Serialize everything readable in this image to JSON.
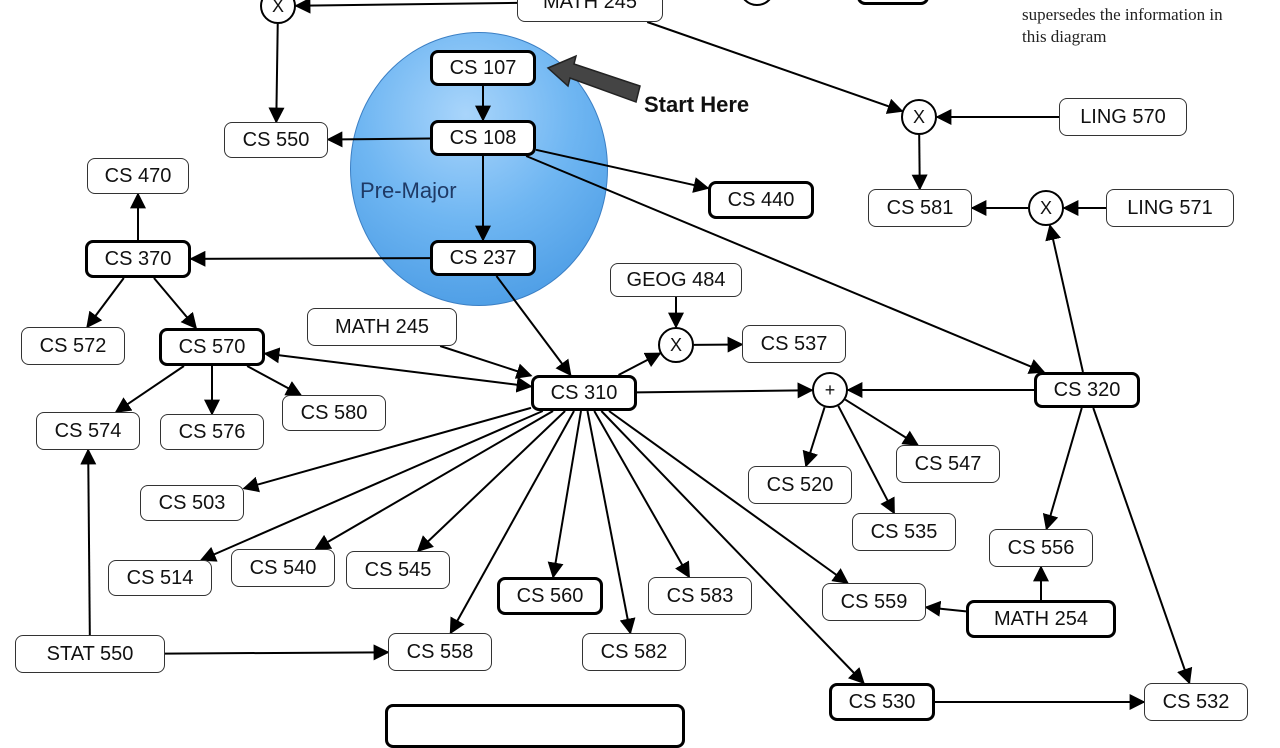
{
  "diagram": {
    "pre_major_label": "Pre-Major",
    "start_label": "Start Here",
    "note_lines": [
      "supersedes the information in",
      "this diagram"
    ],
    "nodes": [
      {
        "id": "cs107",
        "label": "CS 107",
        "bold": true
      },
      {
        "id": "cs108",
        "label": "CS 108",
        "bold": true
      },
      {
        "id": "cs237",
        "label": "CS 237",
        "bold": true
      },
      {
        "id": "cs550",
        "label": "CS 550",
        "bold": false
      },
      {
        "id": "cs440",
        "label": "CS 440",
        "bold": true
      },
      {
        "id": "cs470",
        "label": "CS 470",
        "bold": false
      },
      {
        "id": "cs370",
        "label": "CS 370",
        "bold": true
      },
      {
        "id": "cs572",
        "label": "CS 572",
        "bold": false
      },
      {
        "id": "cs570",
        "label": "CS 570",
        "bold": true
      },
      {
        "id": "cs574",
        "label": "CS 574",
        "bold": false
      },
      {
        "id": "cs576",
        "label": "CS 576",
        "bold": false
      },
      {
        "id": "cs580",
        "label": "CS 580",
        "bold": false
      },
      {
        "id": "math245a",
        "label": "MATH 245",
        "bold": false
      },
      {
        "id": "math245b",
        "label": "MATH 245",
        "bold": false
      },
      {
        "id": "cs310",
        "label": "CS 310",
        "bold": true
      },
      {
        "id": "geog484",
        "label": "GEOG 484",
        "bold": false
      },
      {
        "id": "cs537",
        "label": "CS 537",
        "bold": false
      },
      {
        "id": "ling570",
        "label": "LING 570",
        "bold": false
      },
      {
        "id": "cs581",
        "label": "CS 581",
        "bold": false
      },
      {
        "id": "ling571",
        "label": "LING 571",
        "bold": false
      },
      {
        "id": "cs320",
        "label": "CS 320",
        "bold": true
      },
      {
        "id": "cs547",
        "label": "CS 547",
        "bold": false
      },
      {
        "id": "cs520",
        "label": "CS 520",
        "bold": false
      },
      {
        "id": "cs535",
        "label": "CS 535",
        "bold": false
      },
      {
        "id": "cs556",
        "label": "CS 556",
        "bold": false
      },
      {
        "id": "cs503",
        "label": "CS 503",
        "bold": false
      },
      {
        "id": "cs514",
        "label": "CS 514",
        "bold": false
      },
      {
        "id": "cs540",
        "label": "CS 540",
        "bold": false
      },
      {
        "id": "cs545",
        "label": "CS 545",
        "bold": false
      },
      {
        "id": "cs560",
        "label": "CS 560",
        "bold": true
      },
      {
        "id": "cs583",
        "label": "CS 583",
        "bold": false
      },
      {
        "id": "cs559",
        "label": "CS 559",
        "bold": false
      },
      {
        "id": "math254",
        "label": "MATH 254",
        "bold": true
      },
      {
        "id": "stat550",
        "label": "STAT 550",
        "bold": false
      },
      {
        "id": "cs558",
        "label": "CS 558",
        "bold": false
      },
      {
        "id": "cs582",
        "label": "CS 582",
        "bold": false
      },
      {
        "id": "cs530",
        "label": "CS 530",
        "bold": true
      },
      {
        "id": "cs532",
        "label": "CS 532",
        "bold": false
      },
      {
        "id": "bottom",
        "label": "",
        "bold": true
      },
      {
        "id": "topright",
        "label": "",
        "bold": true
      }
    ],
    "operators": [
      {
        "id": "x_top",
        "symbol": "X"
      },
      {
        "id": "x_ling570",
        "symbol": "X"
      },
      {
        "id": "x_ling571",
        "symbol": "X"
      },
      {
        "id": "x_geog",
        "symbol": "X"
      },
      {
        "id": "plus320",
        "symbol": "+"
      },
      {
        "id": "op_partial",
        "symbol": ""
      }
    ],
    "edges": [
      [
        "cs107",
        "cs108"
      ],
      [
        "cs108",
        "cs237"
      ],
      [
        "cs108",
        "cs550"
      ],
      [
        "cs108",
        "cs440"
      ],
      [
        "cs108",
        "cs320"
      ],
      [
        "cs237",
        "cs370"
      ],
      [
        "cs237",
        "cs310"
      ],
      [
        "cs370",
        "cs470"
      ],
      [
        "cs370",
        "cs572"
      ],
      [
        "cs370",
        "cs570"
      ],
      [
        "cs570",
        "cs574"
      ],
      [
        "cs570",
        "cs576"
      ],
      [
        "cs570",
        "cs580"
      ],
      [
        "cs310",
        "cs570"
      ],
      [
        "math245b",
        "cs310"
      ],
      [
        "cs310",
        "x_geog"
      ],
      [
        "geog484",
        "x_geog"
      ],
      [
        "x_geog",
        "cs537"
      ],
      [
        "cs310",
        "plus320"
      ],
      [
        "cs320",
        "plus320"
      ],
      [
        "plus320",
        "cs520"
      ],
      [
        "plus320",
        "cs535"
      ],
      [
        "plus320",
        "cs547"
      ],
      [
        "cs320",
        "cs556"
      ],
      [
        "cs320",
        "cs532"
      ],
      [
        "cs320",
        "x_ling571"
      ],
      [
        "ling571",
        "x_ling571"
      ],
      [
        "x_ling571",
        "cs581"
      ],
      [
        "ling570",
        "x_ling570"
      ],
      [
        "x_ling570",
        "cs581"
      ],
      [
        "math245a",
        "x_ling570"
      ],
      [
        "math245a",
        "x_top"
      ],
      [
        "x_top",
        "cs550"
      ],
      [
        "math254",
        "cs556"
      ],
      [
        "math254",
        "cs559"
      ],
      [
        "cs310",
        "cs503"
      ],
      [
        "cs310",
        "cs514"
      ],
      [
        "cs310",
        "cs540"
      ],
      [
        "cs310",
        "cs545"
      ],
      [
        "cs310",
        "cs558"
      ],
      [
        "cs310",
        "cs560"
      ],
      [
        "cs310",
        "cs582"
      ],
      [
        "cs310",
        "cs583"
      ],
      [
        "cs310",
        "cs559"
      ],
      [
        "cs310",
        "cs530"
      ],
      [
        "stat550",
        "cs574"
      ],
      [
        "stat550",
        "cs558"
      ],
      [
        "cs530",
        "cs532"
      ]
    ]
  }
}
